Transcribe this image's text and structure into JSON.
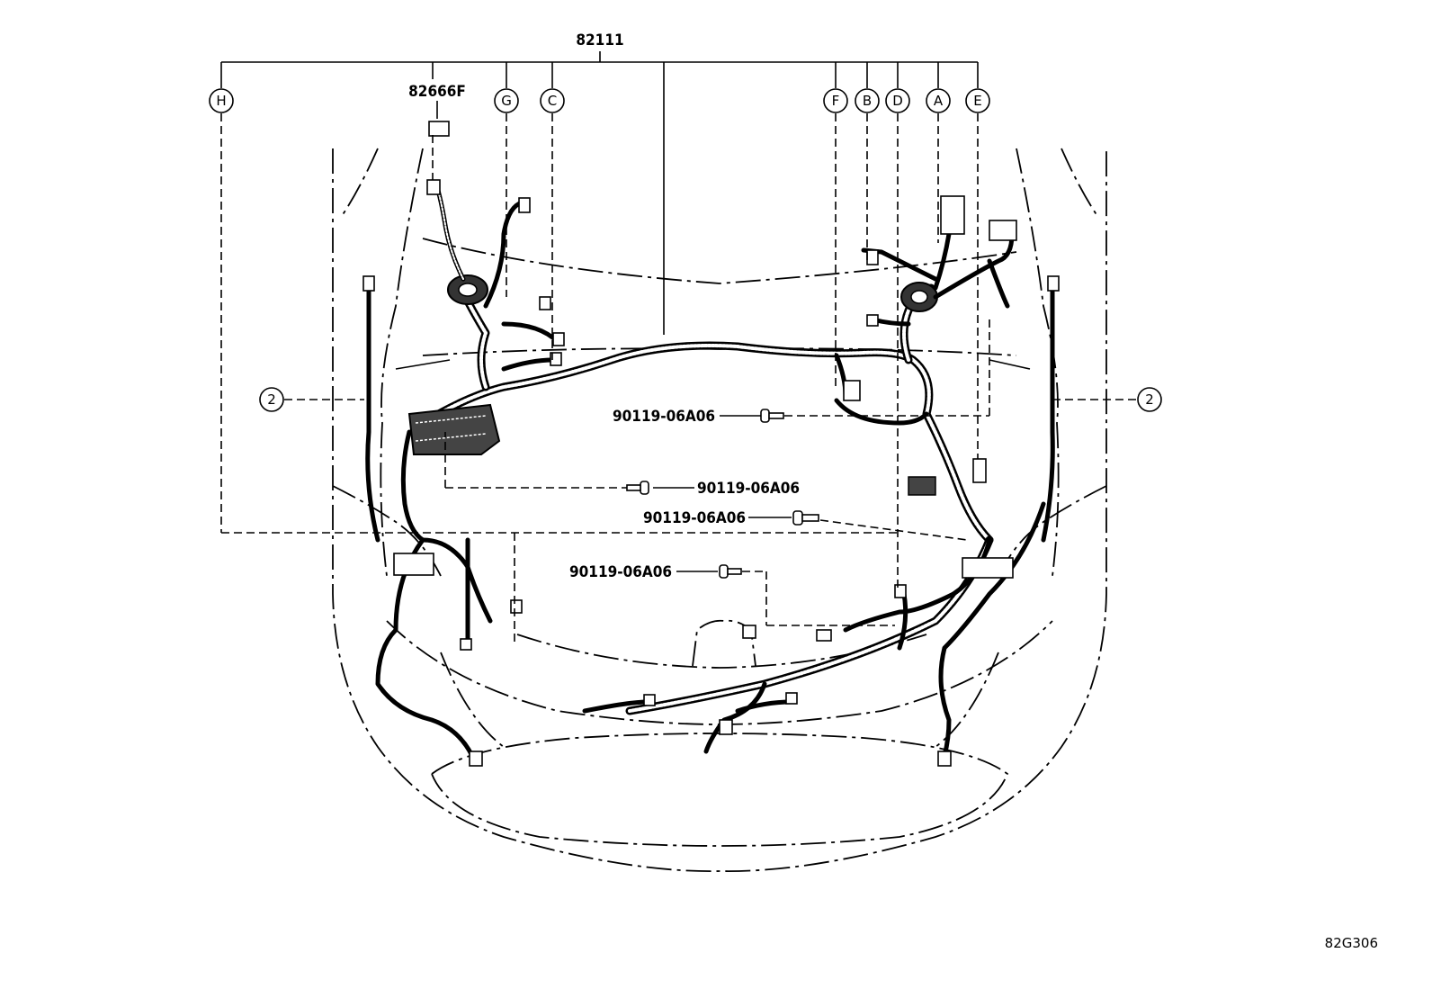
{
  "main_part": "82111",
  "sub_part": "82666F",
  "bolt_part": "90119-06A06",
  "ref_code": "82G306",
  "callouts": [
    "H",
    "G",
    "C",
    "F",
    "B",
    "D",
    "A",
    "E"
  ],
  "section_ref": "2"
}
